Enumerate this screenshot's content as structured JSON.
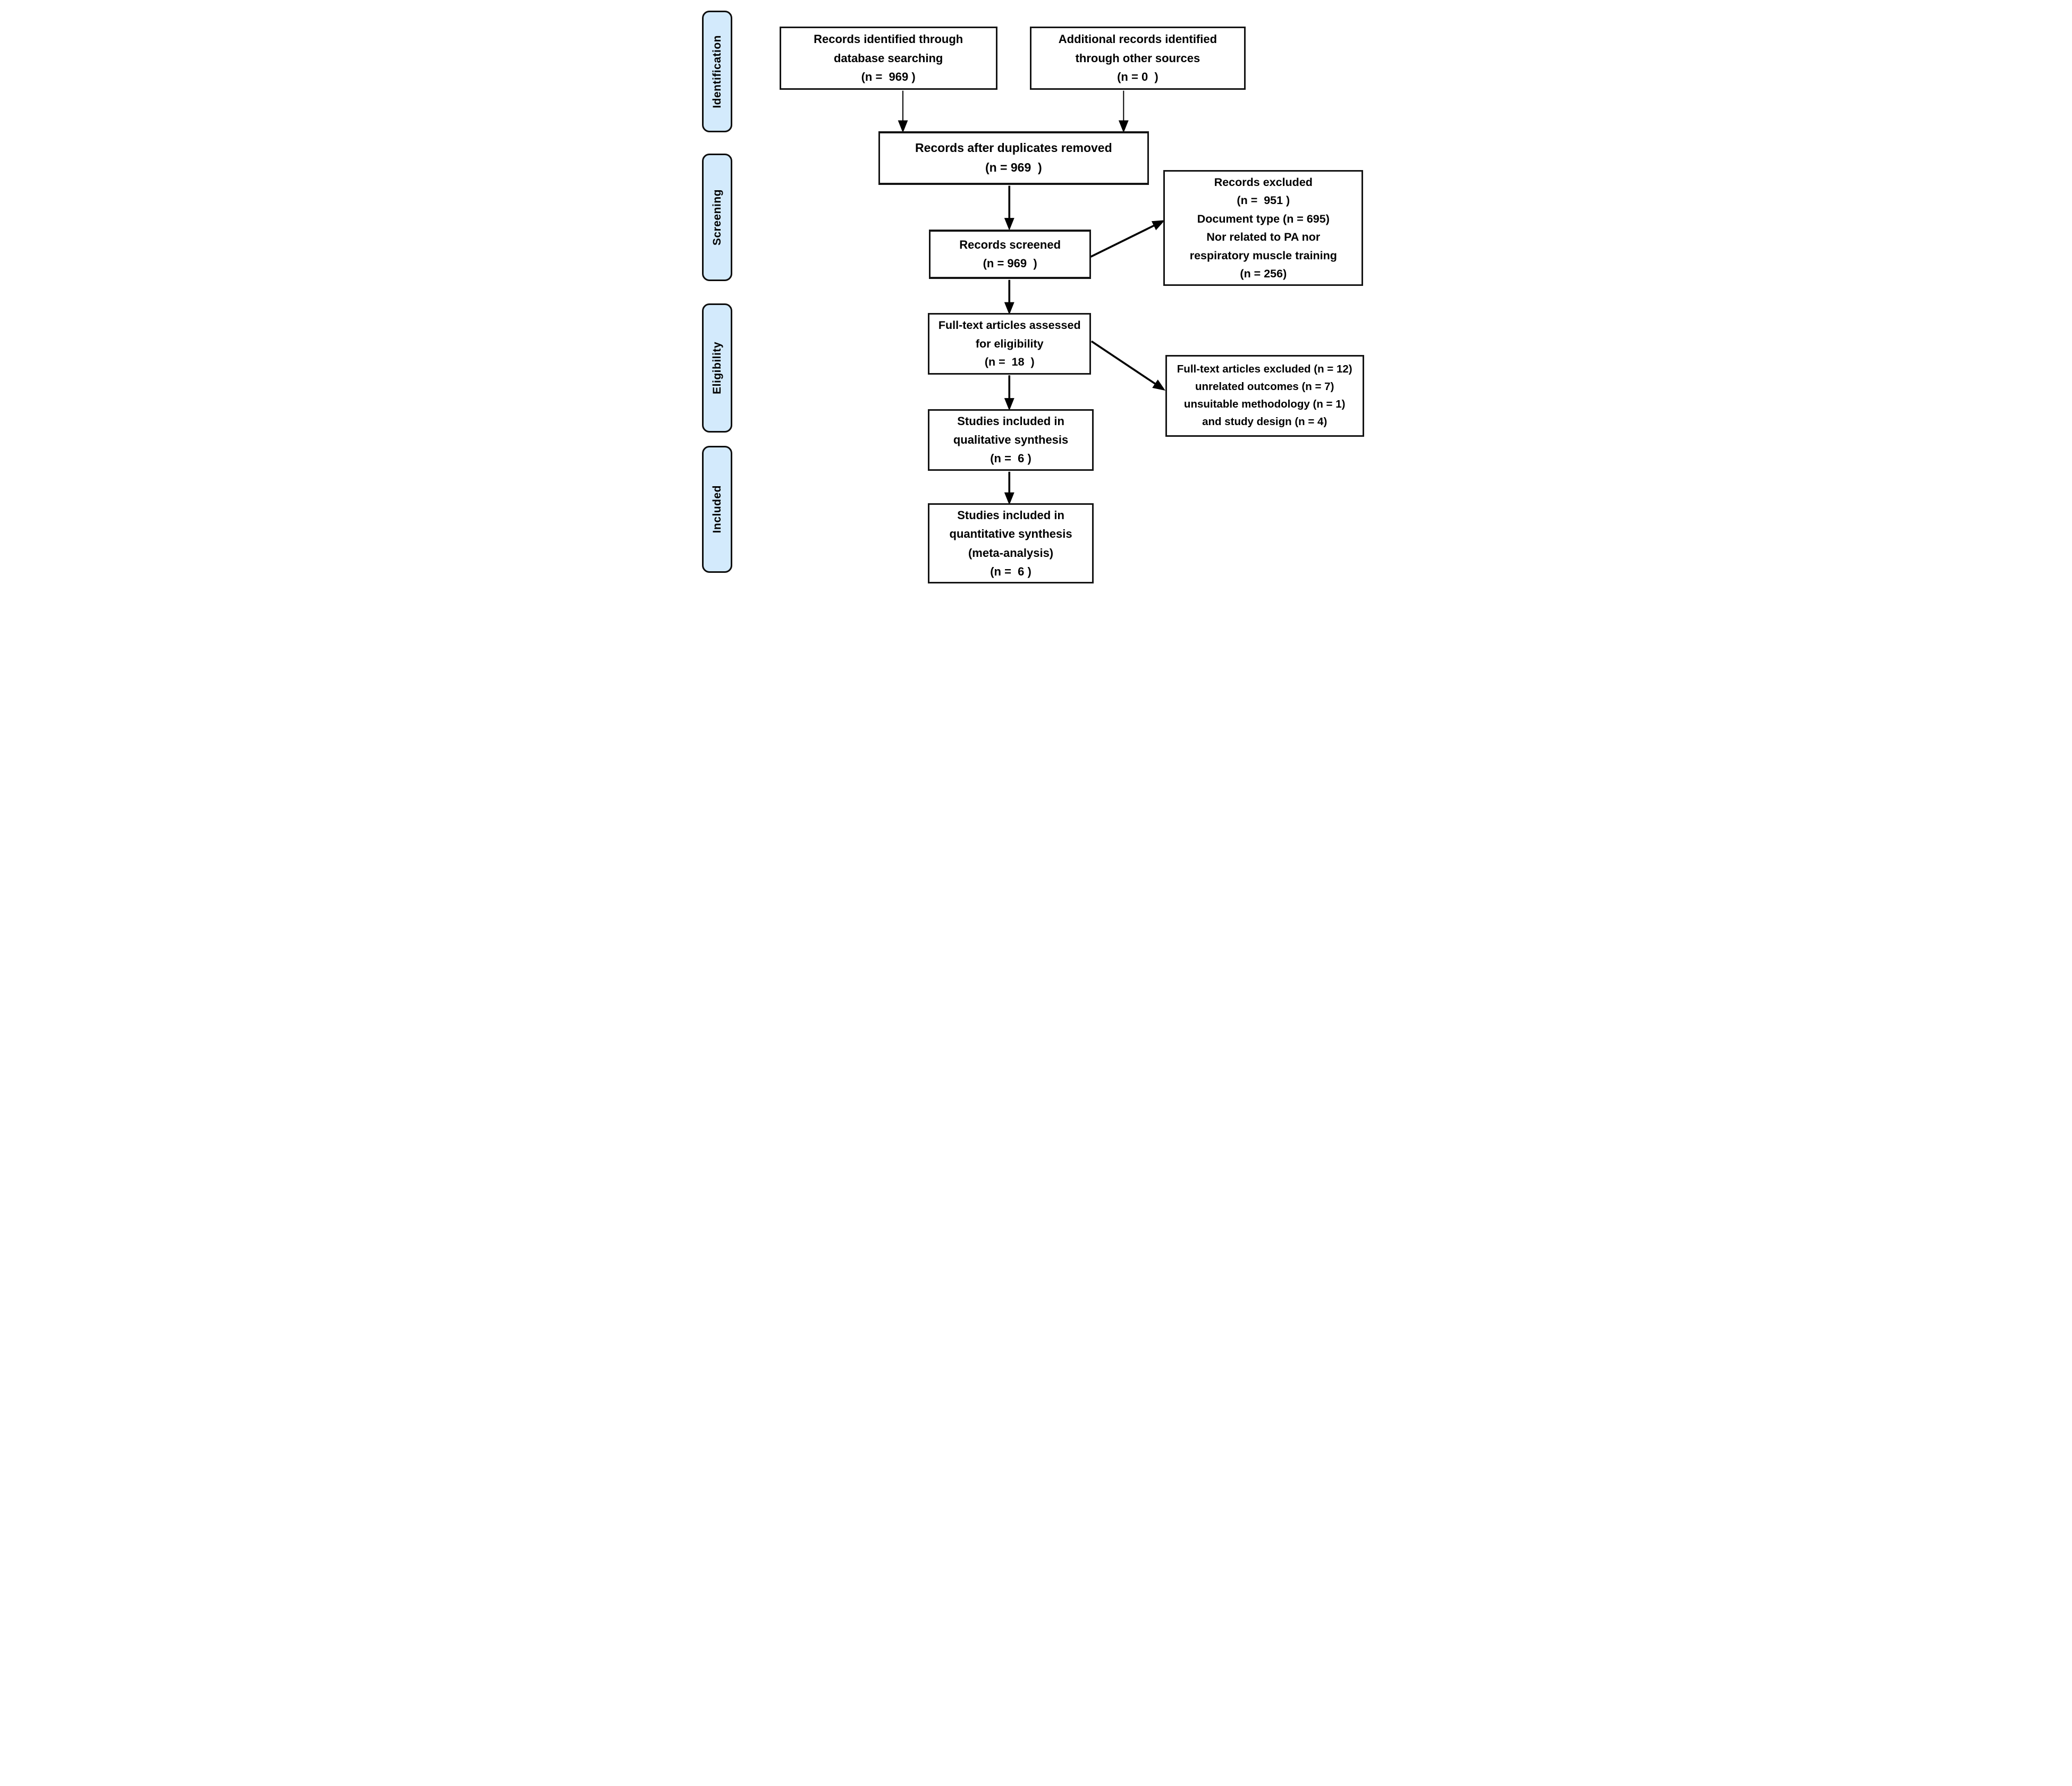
{
  "diagram": {
    "stages": [
      {
        "label": "Identification"
      },
      {
        "label": "Screening"
      },
      {
        "label": "Eligibility"
      },
      {
        "label": "Included"
      }
    ],
    "boxes": [
      {
        "name": "records-identified",
        "lines": [
          "Records identified through",
          "database searching",
          "(n =  969 )"
        ]
      },
      {
        "name": "additional-records",
        "lines": [
          "Additional records identified",
          "through other sources",
          "(n = 0  )"
        ]
      },
      {
        "name": "duplicates-removed",
        "lines": [
          "Records after duplicates removed",
          "(n = 969  )"
        ]
      },
      {
        "name": "records-screened",
        "lines": [
          "Records screened",
          "(n = 969  )"
        ]
      },
      {
        "name": "records-excluded",
        "lines": [
          "Records excluded",
          "(n =  951 )",
          "Document type (n = 695)",
          "Nor related to PA nor",
          "respiratory muscle training",
          "(n = 256)"
        ]
      },
      {
        "name": "fulltext-assessed",
        "lines": [
          "Full-text articles assessed",
          "for eligibility",
          "(n =  18  )"
        ]
      },
      {
        "name": "fulltext-excluded",
        "lines": [
          "Full-text articles excluded (n = 12)",
          "unrelated outcomes (n = 7)",
          "unsuitable methodology (n = 1)",
          "and study design (n = 4)"
        ]
      },
      {
        "name": "qualitative-synthesis",
        "lines": [
          "Studies included in",
          "qualitative synthesis",
          "(n =  6 )"
        ]
      },
      {
        "name": "quantitative-synthesis",
        "lines": [
          "Studies included in",
          "quantitative synthesis",
          "(meta-analysis)",
          "(n =  6 )"
        ]
      }
    ],
    "colors": {
      "stage_fill": "#d3eafc",
      "stage_border": "#0d0d0d",
      "box_fill": "#ffffff",
      "box_border": "#141414",
      "arrow": "#000000",
      "text": "#000000",
      "background": "#ffffff"
    }
  }
}
